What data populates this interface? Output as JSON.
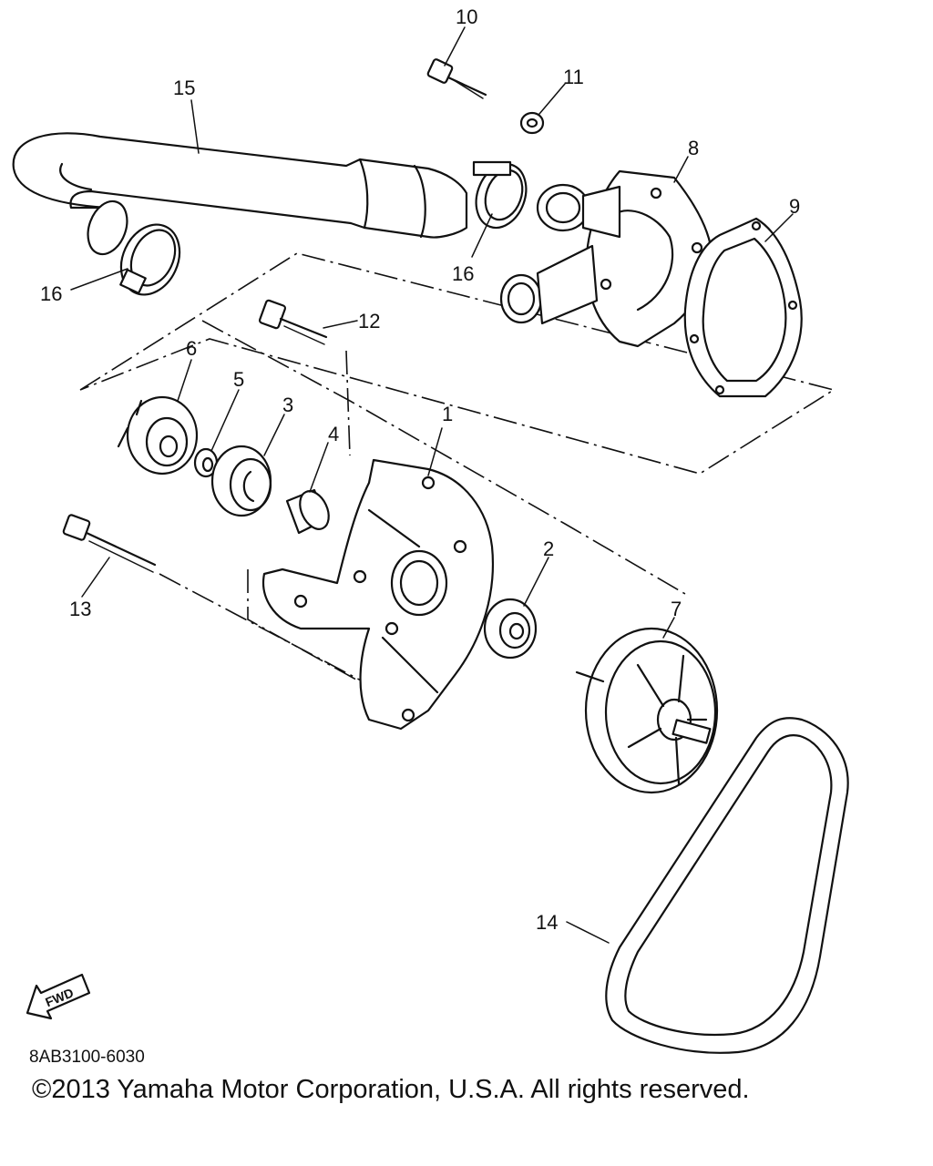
{
  "diagram": {
    "callouts": [
      "1",
      "2",
      "3",
      "4",
      "5",
      "6",
      "7",
      "8",
      "9",
      "10",
      "11",
      "12",
      "13",
      "14",
      "15",
      "16",
      "16"
    ],
    "fwd_label": "FWD",
    "part_code": "8AB3100-6030",
    "copyright": "©2013 Yamaha Motor Corporation, U.S.A. All rights reserved."
  }
}
